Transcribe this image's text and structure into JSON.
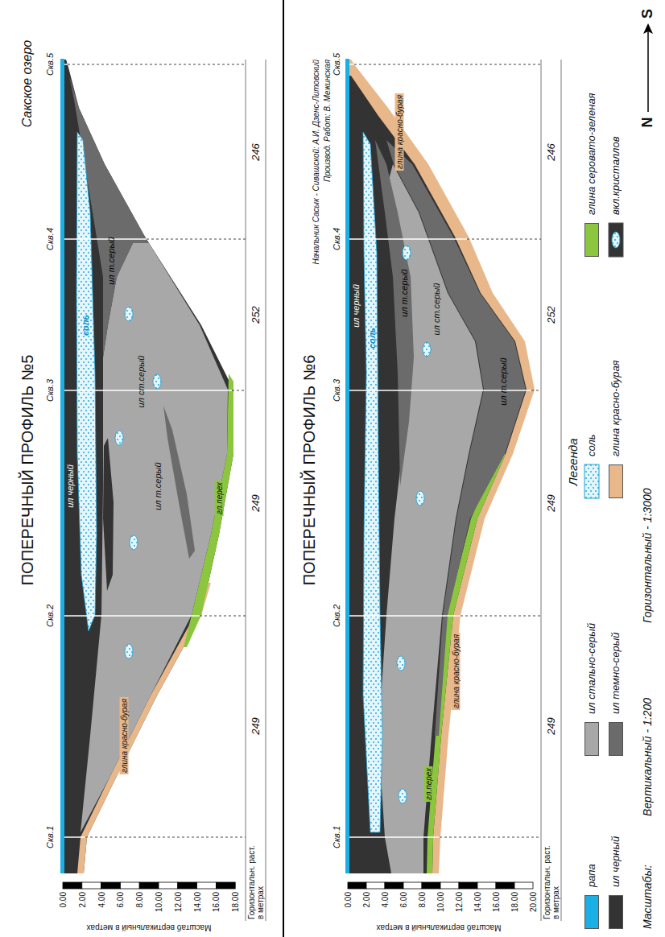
{
  "diagram": {
    "labels": [
      "ПОПЕРЕЧНЫЙ ПРОФИЛЬ №5",
      "Сакское озеро",
      "Скв.1",
      "Скв.2",
      "Скв.3",
      "Скв.4",
      "Скв.5",
      "ил черный",
      "соль",
      "ил т.серый",
      "ил ст.серый",
      "ил т.серый",
      "гл.перех",
      "глина красно-бурая",
      "249",
      "249",
      "252",
      "246",
      "Горизонтальн. раст. в метрах",
      "0.00",
      "2.00",
      "4.00",
      "6.00",
      "8.00",
      "10.00",
      "12.00",
      "14.00",
      "16.00",
      "18.00",
      "Масштаб вертикальный в метрах",
      "ПОПЕРЕЧНЫЙ ПРОФИЛЬ №6",
      "Скв.1",
      "Скв.2",
      "Скв.3",
      "Скв.4",
      "Скв.5",
      "ил черный",
      "соль",
      "ил т.серый",
      "ил ст.серый",
      "ил т.серый",
      "гл.перех",
      "глина красно-бурая",
      "глина красно-бурая",
      "Начальник Сасык - Сивашской: А.И. Дзенс-Литовский",
      "Производ. Работ: В. Межинская",
      "249",
      "249",
      "252",
      "246",
      "Горизонтальн. раст. в метрах",
      "0.00",
      "2.00",
      "4.00",
      "6.00",
      "8.00",
      "10.00",
      "12.00",
      "14.00",
      "16.00",
      "18.00",
      "20.00",
      "Масштаб вертикальный в метрах",
      "Легенда",
      "Масштабы:",
      "Вертикальный - 1:200",
      "Горизонтальный - 1:3000",
      "N",
      "S"
    ],
    "legend": [
      {
        "text": "рапа",
        "color": "#1ab0e6"
      },
      {
        "text": "ил черный",
        "color": "#333333"
      },
      {
        "text": "ил стально-серый",
        "color": "#a8a8a8"
      },
      {
        "text": "ил темно-серый",
        "color": "#6b6b6b"
      },
      {
        "text": "соль"
      },
      {
        "text": "глина красно-бурая",
        "color": "#e8b88a"
      },
      {
        "text": "глина серовато-зеленая",
        "color": "#8cc63f"
      },
      {
        "text": "вкл.кристаллов"
      }
    ]
  }
}
